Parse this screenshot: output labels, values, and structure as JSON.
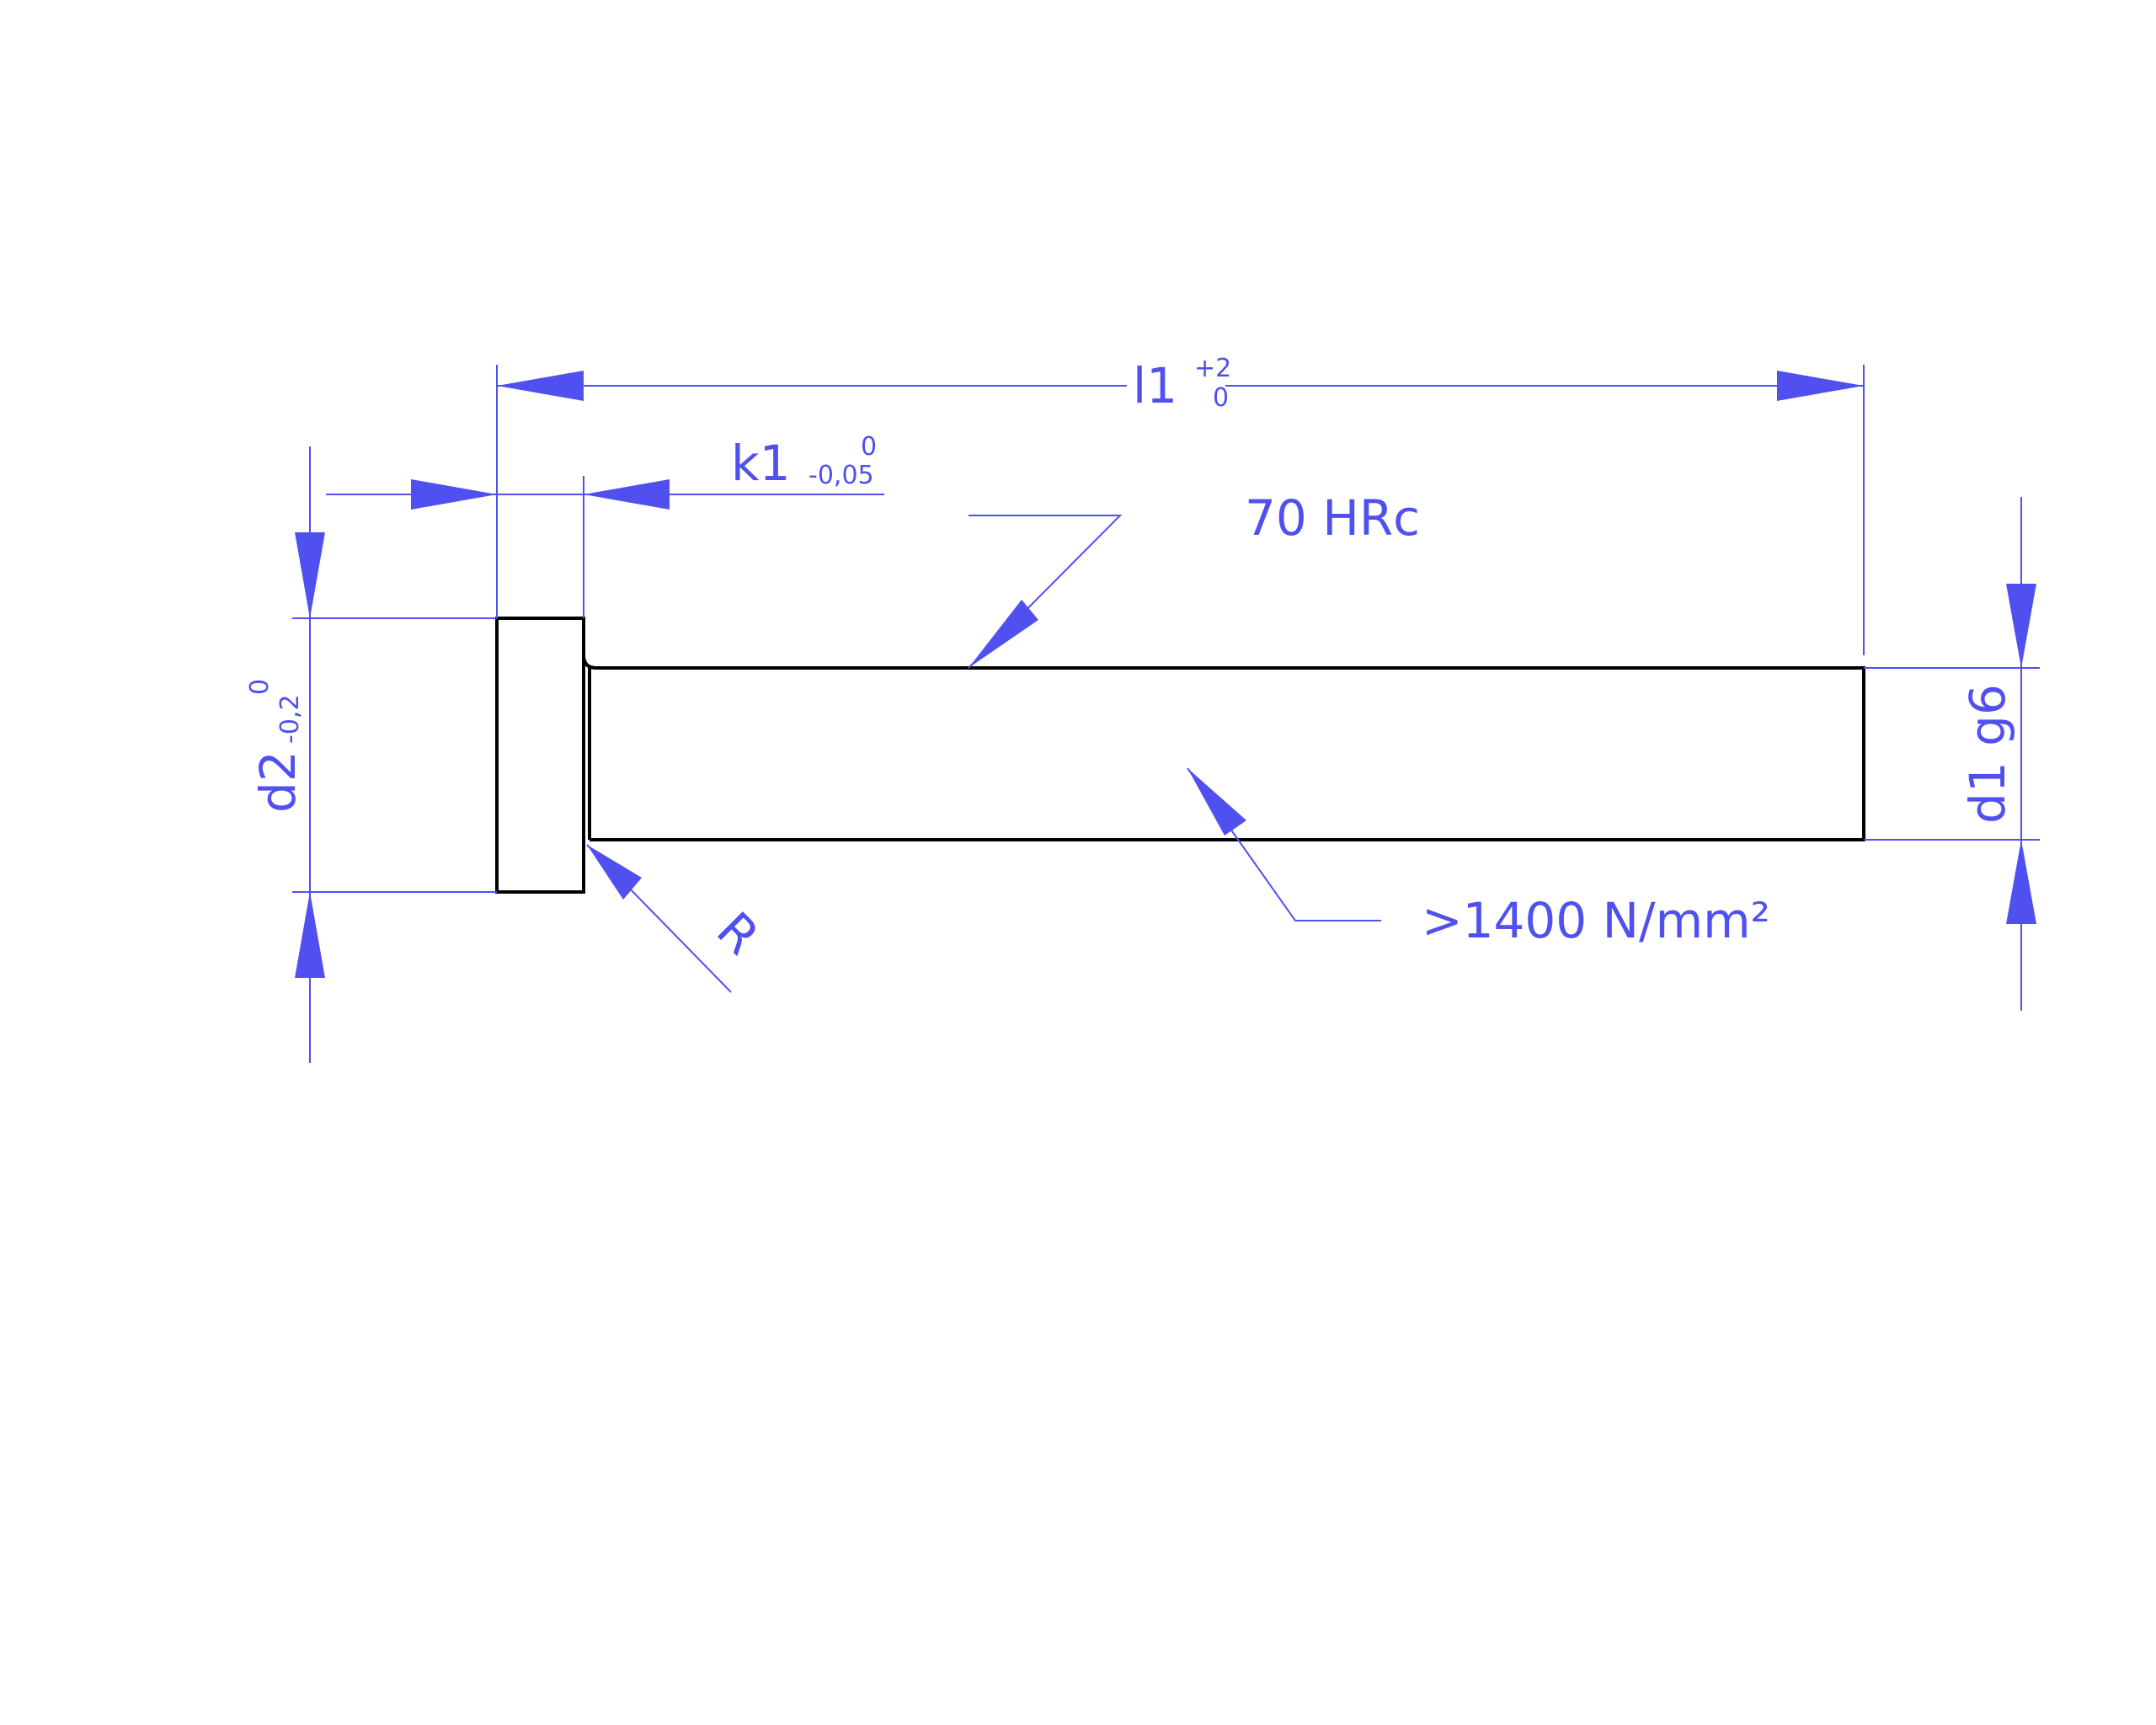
{
  "colors": {
    "dimension": "#5050f0",
    "outline": "#000000",
    "background": "#ffffff"
  },
  "labels": {
    "l1": {
      "symbol": "l1",
      "tol_upper": "+2",
      "tol_lower": "0"
    },
    "k1": {
      "symbol": "k1",
      "tol_upper": "0",
      "tol_lower": "-0,05"
    },
    "d2": {
      "symbol": "d2",
      "tol_upper": "0",
      "tol_lower": "-0,2"
    },
    "d1": {
      "symbol": "d1 g6"
    },
    "hardness": "70 HRc",
    "strength": ">1400 N/mm²",
    "radius": "R"
  }
}
